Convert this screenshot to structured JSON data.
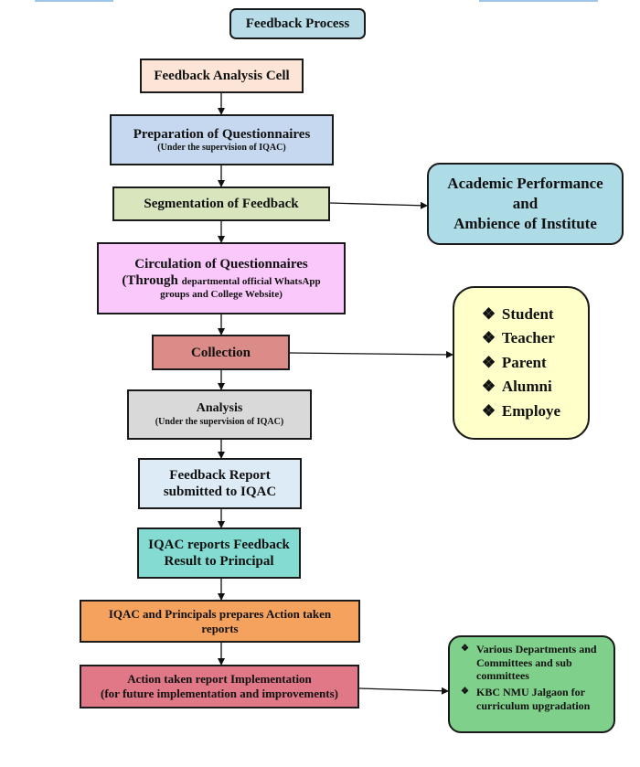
{
  "title": "Feedback Process",
  "steps": {
    "analysis_cell": {
      "label": "Feedback Analysis Cell"
    },
    "preparation": {
      "label": "Preparation of Questionnaires",
      "note": "(Under the supervision of IQAC)"
    },
    "segmentation": {
      "label": "Segmentation of Feedback"
    },
    "circulation": {
      "label": "Circulation of Questionnaires",
      "note_lead": "(Through",
      "note_rest": "departmental official WhatsApp",
      "note_line2": "groups and College Website)"
    },
    "collection": {
      "label": "Collection"
    },
    "analysis": {
      "label": "Analysis",
      "note": "(Under the supervision of IQAC)"
    },
    "report": {
      "line1": "Feedback Report",
      "line2": "submitted to IQAC"
    },
    "iqac_result": {
      "line1": "IQAC reports Feedback",
      "line2": "Result to Principal"
    },
    "action_reports": {
      "line1": "IQAC and Principals prepares Action taken",
      "line2": "reports"
    },
    "implementation": {
      "line1": "Action taken report Implementation",
      "line2": "(for future implementation and improvements)"
    }
  },
  "side_boxes": {
    "performance": {
      "line1": "Academic Performance",
      "line2": "and",
      "line3": "Ambience of Institute"
    },
    "stakeholders": {
      "bullet": "❖",
      "items": [
        "Student",
        "Teacher",
        "Parent",
        "Alumni",
        "Employe"
      ]
    },
    "implementation_bodies": {
      "bullet": "❖",
      "items": [
        "Various Departments and Committees and sub committees",
        "KBC NMU Jalgaon for curriculum upgradation"
      ]
    }
  },
  "colors": {
    "title_bg": "#b8dde8",
    "analysis_cell_bg": "#fce5d6",
    "preparation_bg": "#c6d8ef",
    "segmentation_bg": "#d8e5bd",
    "circulation_bg": "#fbc8fc",
    "collection_bg": "#db8b88",
    "analysis_bg": "#d9d9d9",
    "report_bg": "#ddebf7",
    "iqac_result_bg": "#83dbd1",
    "action_reports_bg": "#f6a25f",
    "implementation_bg": "#e07888",
    "performance_bg": "#addbe6",
    "stakeholders_bg": "#ffffca",
    "implementation_bodies_bg": "#7fd08a"
  }
}
